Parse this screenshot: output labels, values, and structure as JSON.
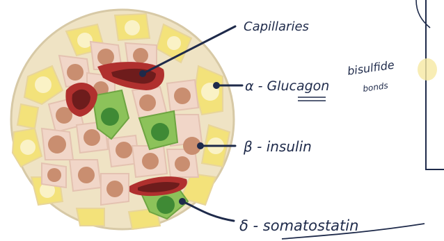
{
  "labels": {
    "capillaries": "Capillaries",
    "alpha": "α - Glucagon",
    "alpha_note_1": "bisulfide",
    "alpha_note_2": "bonds",
    "beta": "β - insulin",
    "delta": "δ - somatostatin"
  },
  "colors": {
    "ink": "#1e2a4a",
    "alpha_cell": "#f3e27a",
    "beta_cell": "#f1d6c8",
    "beta_nucleus": "#c98e70",
    "delta_cell": "#8cc25a",
    "delta_nucleus": "#3f8a35",
    "capillary": "#b0302e",
    "capillary_lumen": "#6e1c1c",
    "islet_border": "#d7c9a6"
  }
}
